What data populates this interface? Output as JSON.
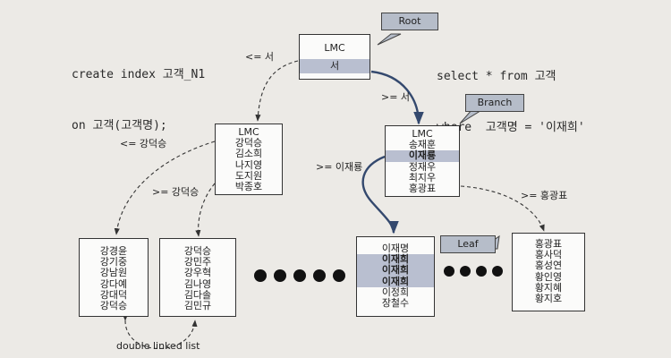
{
  "code_left": {
    "line1": "create index 고객_N1",
    "line2": "on 고객(고객명);"
  },
  "code_right": {
    "line1": "select * from 고객",
    "line2": "where  고객명 = '이재희'"
  },
  "tags": {
    "root": "Root",
    "branch": "Branch",
    "leaf": "Leaf"
  },
  "root_node": {
    "rows": [
      "LMC",
      "서"
    ]
  },
  "branch_left": {
    "rows": [
      "LMC",
      "강덕승",
      "김소희",
      "나지영",
      "도지원",
      "박종호"
    ]
  },
  "branch_right": {
    "rows": [
      "LMC",
      "송재훈",
      "이재룡",
      "정재우",
      "최지우",
      "홍광표"
    ]
  },
  "leaf_1": {
    "rows": [
      "강경윤",
      "강기중",
      "강남원",
      "강다예",
      "강대덕",
      "강덕승"
    ]
  },
  "leaf_2": {
    "rows": [
      "강덕승",
      "강민주",
      "강우혁",
      "김나영",
      "김다솔",
      "김민규"
    ]
  },
  "leaf_3": {
    "rows": [
      "이재명",
      "이재희",
      "이재희",
      "이재희",
      "이정희",
      "장철수"
    ]
  },
  "leaf_4": {
    "rows": [
      "홍광표",
      "홍사덕",
      "홍성연",
      "황인영",
      "황지혜",
      "황지호"
    ]
  },
  "edge_labels": {
    "root_to_left": "<= 서",
    "root_to_right": ">= 서",
    "left_to_leaf1": "<= 강덕승",
    "left_to_leaf2": ">= 강덕승",
    "right_to_leaf3": ">= 이재룡",
    "right_to_leaf4": ">= 홍광표",
    "double_linked": "double linked list"
  },
  "colors": {
    "highlight": "#b9bfd0",
    "tag_bg": "#b6bdc9",
    "solid_arrow": "#34496e"
  }
}
